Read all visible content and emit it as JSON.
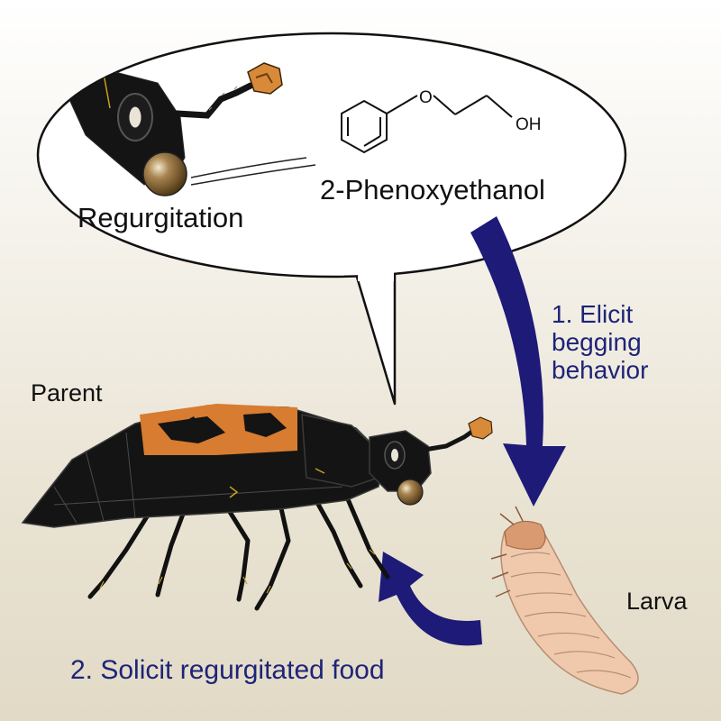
{
  "labels": {
    "regurgitation": "Regurgitation",
    "chemical": "2-Phenoxyethanol",
    "oh_group": "OH",
    "parent": "Parent",
    "larva": "Larva",
    "step1_line1": "1. Elicit",
    "step1_line2": "begging",
    "step1_line3": "behavior",
    "step2": "2. Solicit regurgitated food"
  },
  "colors": {
    "arrow": "#1e1a78",
    "beetle_black": "#141414",
    "beetle_orange": "#d77c30",
    "larva_body": "#f0c9ad",
    "larva_head": "#d99a72",
    "droplet": "#8f6a35",
    "step_text": "#1d2478"
  }
}
